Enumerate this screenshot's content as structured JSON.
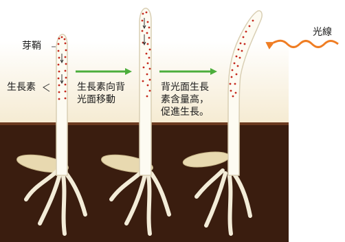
{
  "labels": {
    "coleoptile": "芽鞘",
    "auxin": "生長素",
    "step1": "生長素向背\n光面移動",
    "step2": "背光面生長\n素含量高，\n促進生長。",
    "light": "光線"
  },
  "colors": {
    "background_upper": "#f7eedb",
    "soil": "#3a1d0f",
    "soil_edge": "#6b3a1f",
    "plant_fill": "#fdfbf2",
    "plant_outline": "#d9cfb4",
    "seed": "#e8d9b0",
    "auxin_dots": "#c4281c",
    "step_arrow": "#4cae3c",
    "light_arrow": "#ef7d23"
  },
  "stages": [
    "initial",
    "auxin-shifts",
    "bending"
  ]
}
